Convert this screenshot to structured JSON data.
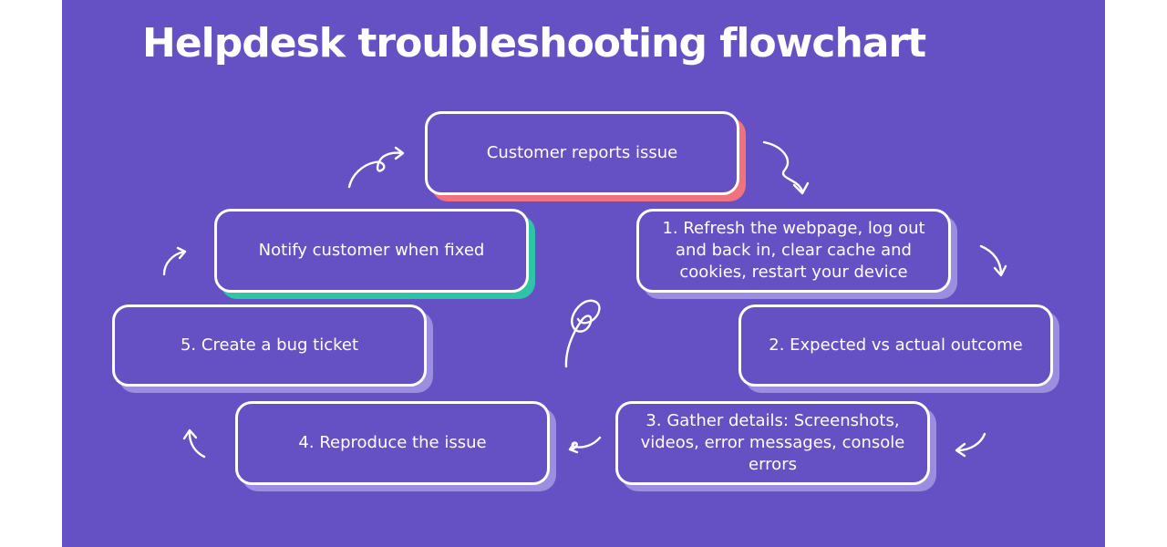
{
  "title": "Helpdesk troubleshooting flowchart",
  "nodes": {
    "report": "Customer reports issue",
    "step1": "1. Refresh the webpage, log out and back in, clear cache and cookies, restart your device",
    "step2": "2. Expected vs actual outcome",
    "step3": "3. Gather details: Screenshots, videos, error messages, console errors",
    "step4": "4. Reproduce the issue",
    "step5": "5. Create a bug ticket",
    "notify": "Notify customer when fixed"
  },
  "colors": {
    "background": "#6551c3",
    "box_border": "#ffffff",
    "shadow_default": "#9b8ee0",
    "shadow_start": "#f0727e",
    "shadow_end": "#2ec4a8"
  },
  "icons": [
    "curved-arrow-icon",
    "squiggle-icon"
  ]
}
